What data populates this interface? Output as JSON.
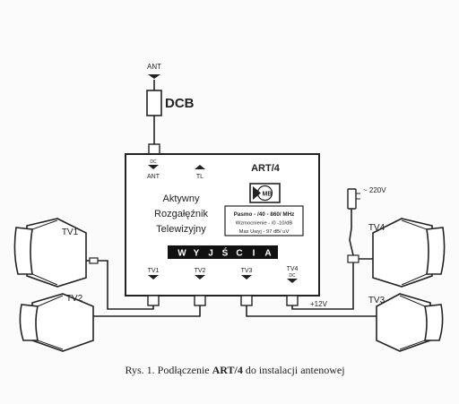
{
  "antenna": {
    "label": "ANT"
  },
  "dcb_label": "DCB",
  "device": {
    "model": "ART/4",
    "logo_text": "MB",
    "ports_top": [
      {
        "sub": "DC",
        "main": "ANT"
      },
      {
        "sub": "",
        "main": "TL"
      }
    ],
    "description": [
      "Aktywny",
      "Rozgałęźnik",
      "Telewizyjny"
    ],
    "specs": [
      "Pasmo - /40 - 860/ MHz",
      "Wzmocnienie - /0 -10/dB",
      "Max Uwyj - 97 dB/ uV"
    ],
    "outputs_banner": [
      "W",
      "Y",
      "J",
      "Ś",
      "C",
      "I",
      "A"
    ],
    "outputs": [
      {
        "main": "TV1",
        "sub": ""
      },
      {
        "main": "TV2",
        "sub": ""
      },
      {
        "main": "TV3",
        "sub": ""
      },
      {
        "main": "TV4",
        "sub": "DC"
      }
    ]
  },
  "tvs": {
    "tv1": "TV1",
    "tv2": "TV2",
    "tv3": "TV3",
    "tv4": "TV4"
  },
  "power": {
    "mains": "~ 220V",
    "dc": "+12V"
  },
  "caption": {
    "prefix": "Rys. 1. Podłączenie ",
    "bold": "ART/4",
    "suffix": " do instalacji antenowej"
  }
}
